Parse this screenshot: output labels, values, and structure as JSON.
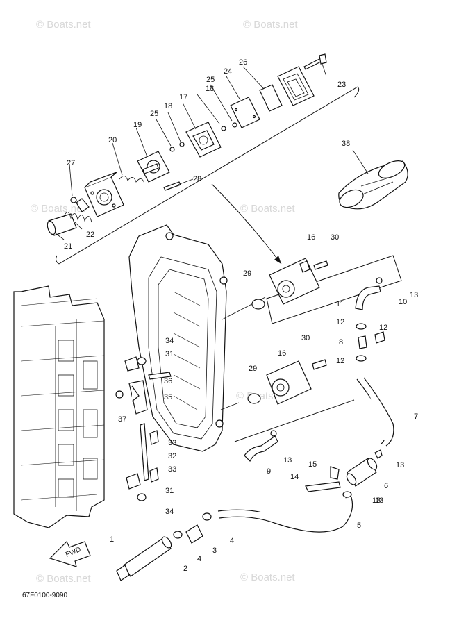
{
  "diagram_code": "67F0100-9090",
  "watermark": "© Boats.net",
  "fwd_label": "FWD",
  "callouts": [
    "1",
    "2",
    "3",
    "4",
    "4",
    "5",
    "6",
    "7",
    "8",
    "9",
    "10",
    "11",
    "12",
    "12",
    "12",
    "13",
    "13",
    "13",
    "13",
    "13",
    "14",
    "15",
    "16",
    "16",
    "17",
    "18",
    "18",
    "19",
    "20",
    "21",
    "22",
    "23",
    "24",
    "25",
    "25",
    "26",
    "27",
    "28",
    "29",
    "29",
    "30",
    "30",
    "31",
    "31",
    "32",
    "33",
    "33",
    "34",
    "34",
    "35",
    "36",
    "37",
    "38"
  ]
}
